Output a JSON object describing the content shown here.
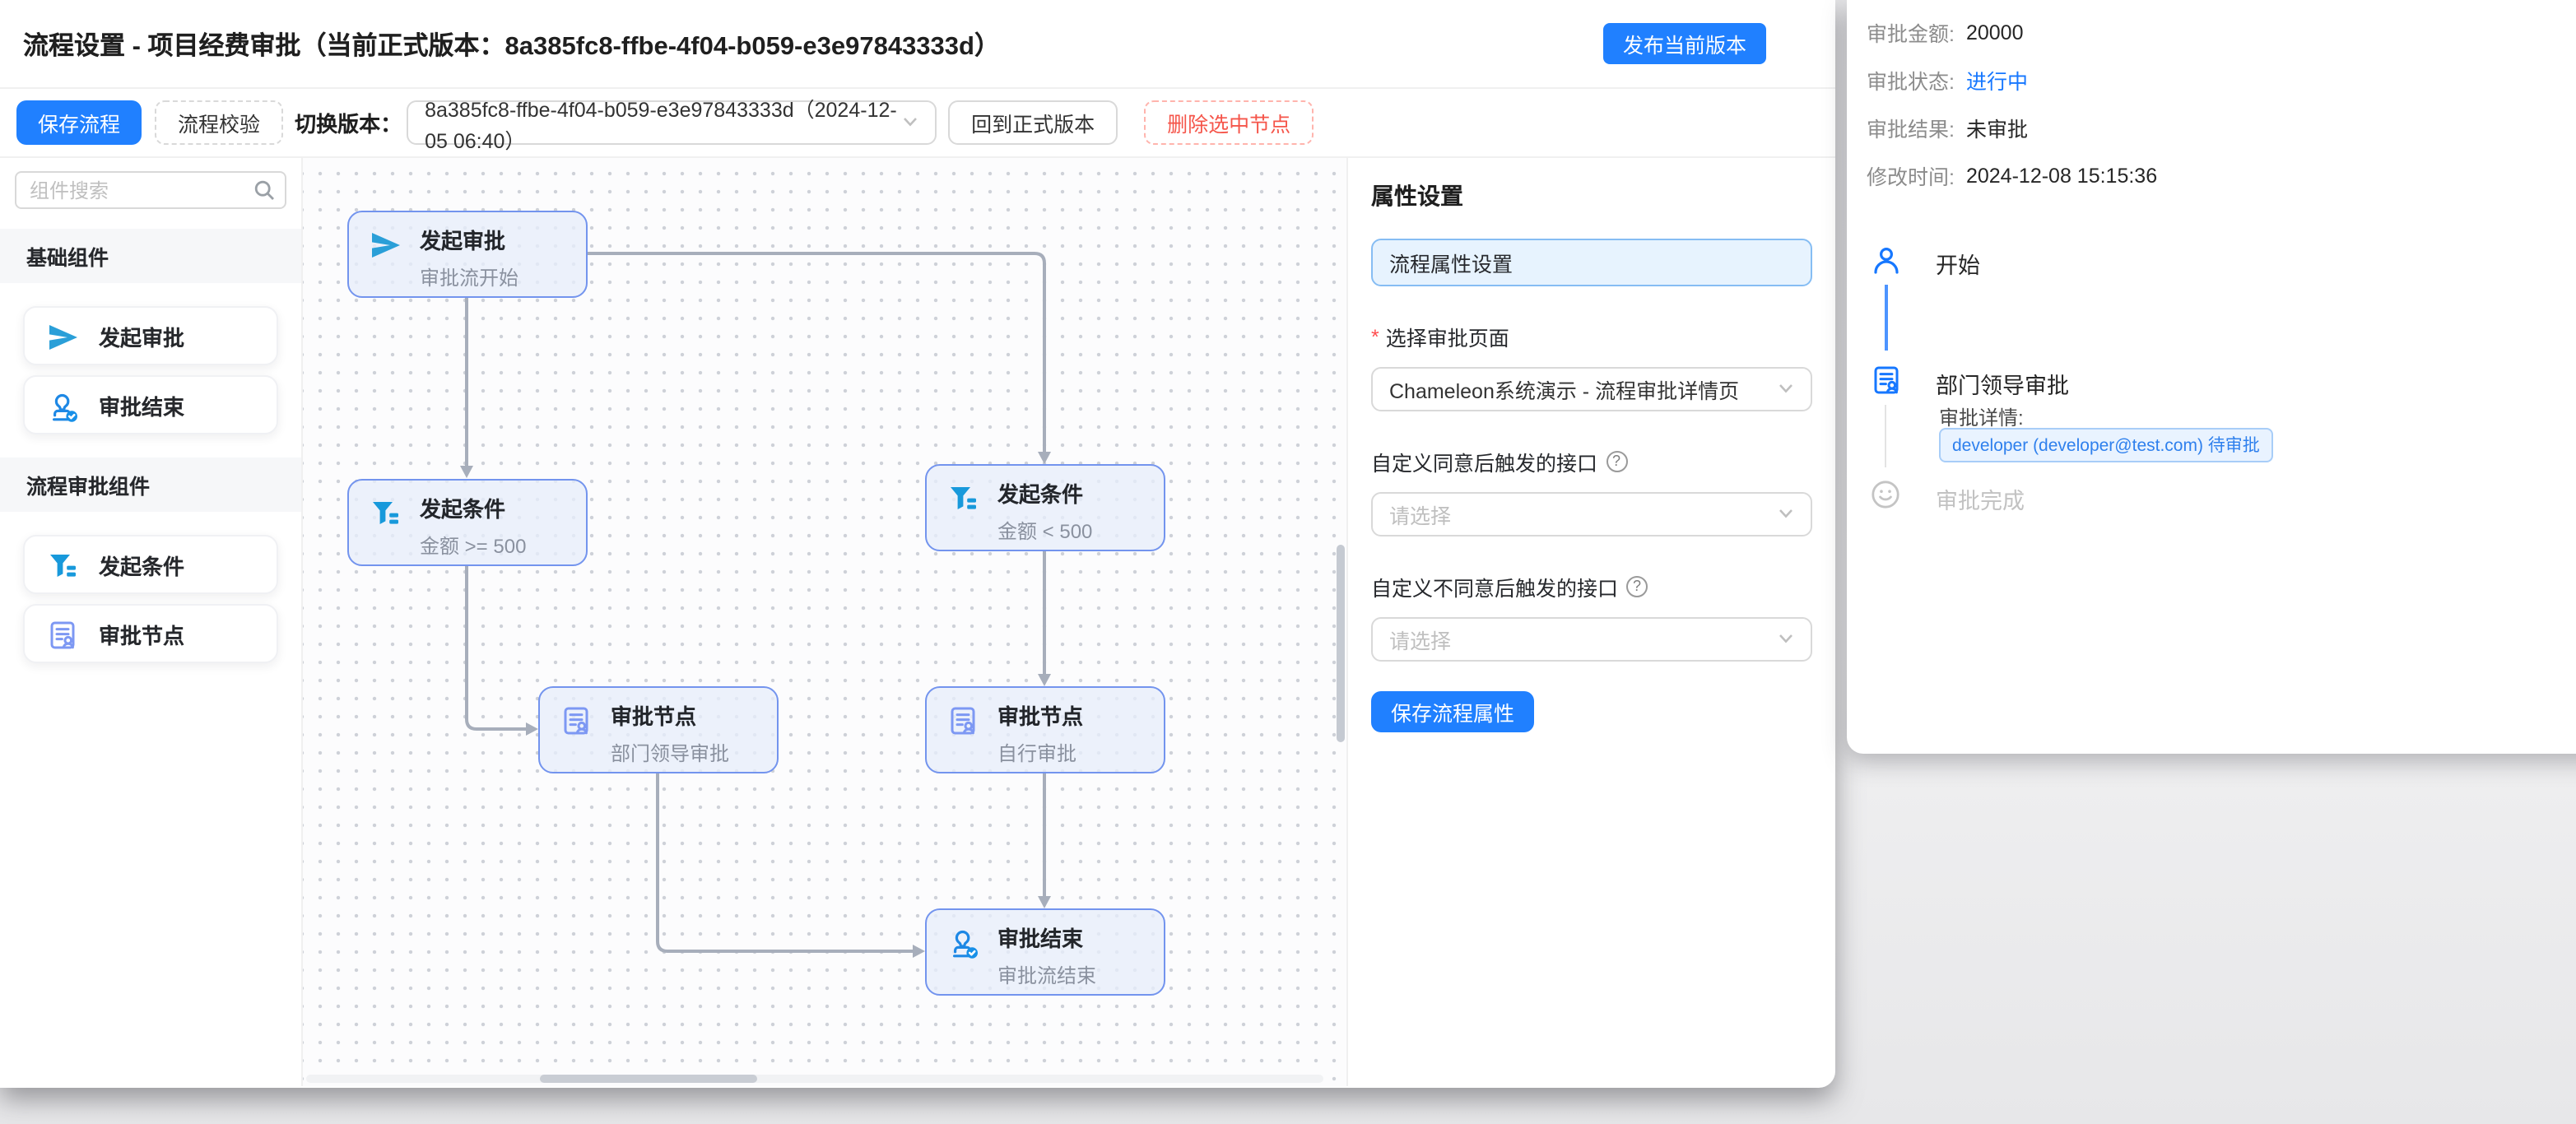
{
  "header": {
    "title": "流程设置 - 项目经费审批（当前正式版本：8a385fc8-ffbe-4f04-b059-e3e97843333d）",
    "publish_button": "发布当前版本"
  },
  "toolbar": {
    "save_button": "保存流程",
    "validate_button": "流程校验",
    "switch_version_label": "切换版本：",
    "version_value": "8a385fc8-ffbe-4f04-b059-e3e97843333d（2024-12-05 06:40）",
    "back_to_official_button": "回到正式版本",
    "delete_selected_button": "删除选中节点"
  },
  "sidebar": {
    "search_placeholder": "组件搜索",
    "sections": [
      {
        "title": "基础组件",
        "items": [
          {
            "label": "发起审批",
            "icon": "paper-plane-icon"
          },
          {
            "label": "审批结束",
            "icon": "stamp-check-icon"
          }
        ]
      },
      {
        "title": "流程审批组件",
        "items": [
          {
            "label": "发起条件",
            "icon": "filter-icon"
          },
          {
            "label": "审批节点",
            "icon": "approval-node-icon"
          }
        ]
      }
    ]
  },
  "canvas": {
    "nodes": [
      {
        "title": "发起审批",
        "subtitle": "审批流开始",
        "icon": "paper-plane-icon"
      },
      {
        "title": "发起条件",
        "subtitle": "金额 >= 500",
        "icon": "filter-icon"
      },
      {
        "title": "发起条件",
        "subtitle": "金额 < 500",
        "icon": "filter-icon"
      },
      {
        "title": "审批节点",
        "subtitle": "部门领导审批",
        "icon": "approval-node-icon"
      },
      {
        "title": "审批节点",
        "subtitle": "自行审批",
        "icon": "approval-node-icon"
      },
      {
        "title": "审批结束",
        "subtitle": "审批流结束",
        "icon": "stamp-check-icon"
      }
    ]
  },
  "properties_panel": {
    "title": "属性设置",
    "flow_name_value": "流程属性设置",
    "approval_page_label": "选择审批页面",
    "approval_page_value": "Chameleon系统演示 - 流程审批详情页",
    "agree_hook_label": "自定义同意后触发的接口",
    "disagree_hook_label": "自定义不同意后触发的接口",
    "select_placeholder": "请选择",
    "save_button": "保存流程属性"
  },
  "detail_panel": {
    "fields": [
      {
        "label": "审批金额:",
        "value": "20000"
      },
      {
        "label": "审批状态:",
        "value": "进行中"
      },
      {
        "label": "审批结果:",
        "value": "未审批"
      },
      {
        "label": "修改时间:",
        "value": "2024-12-08 15:15:36"
      }
    ],
    "timeline": {
      "start_label": "开始",
      "node_label": "部门领导审批",
      "detail_label": "审批详情:",
      "approver_tag": "developer (developer@test.com) 待审批",
      "done_label": "审批完成"
    }
  },
  "colors": {
    "primary_blue": "#2080ff",
    "link_blue": "#1677ff",
    "danger_red": "#f5554a",
    "node_border": "#7394ee",
    "edge_gray": "#a7aebb"
  }
}
